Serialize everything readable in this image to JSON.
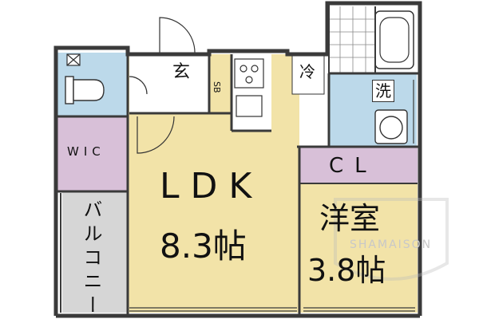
{
  "labels": {
    "genkan": "玄",
    "sb": "SB",
    "rei": "冷",
    "sen": "洗",
    "wic": "WIC",
    "ldk": "LDK",
    "ldk_area": "8.3帖",
    "cl": "CL",
    "yoshitsu": "洋室",
    "yoshitsu_area": "3.8帖",
    "balcony": "バルコニー"
  },
  "watermark": "SHAMAISON",
  "colors": {
    "wall": "#3a3a3a",
    "ldk_floor": "#f2e3a8",
    "wet_area": "#bcd9ea",
    "closet": "#d8c0d8",
    "balcony": "#d6d6d6",
    "entry": "#ffffff"
  }
}
